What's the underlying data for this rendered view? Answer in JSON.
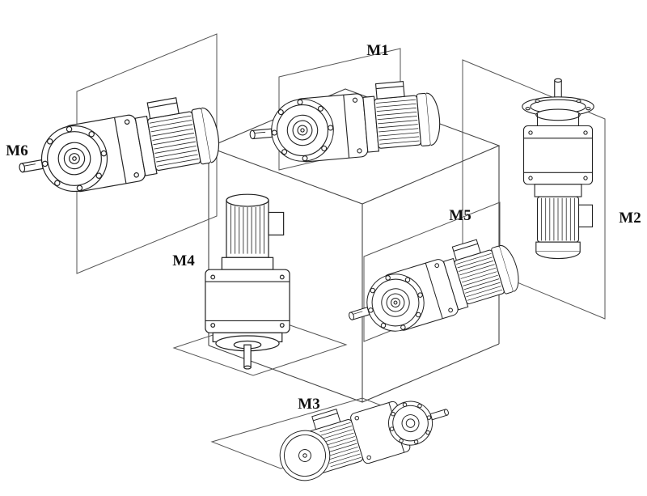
{
  "figure": {
    "background": "#ffffff",
    "ink": "#222222",
    "construction_line": "#555555",
    "labels": {
      "m1": "M1",
      "m2": "M2",
      "m3": "M3",
      "m4": "M4",
      "m5": "M5",
      "m6": "M6"
    }
  }
}
